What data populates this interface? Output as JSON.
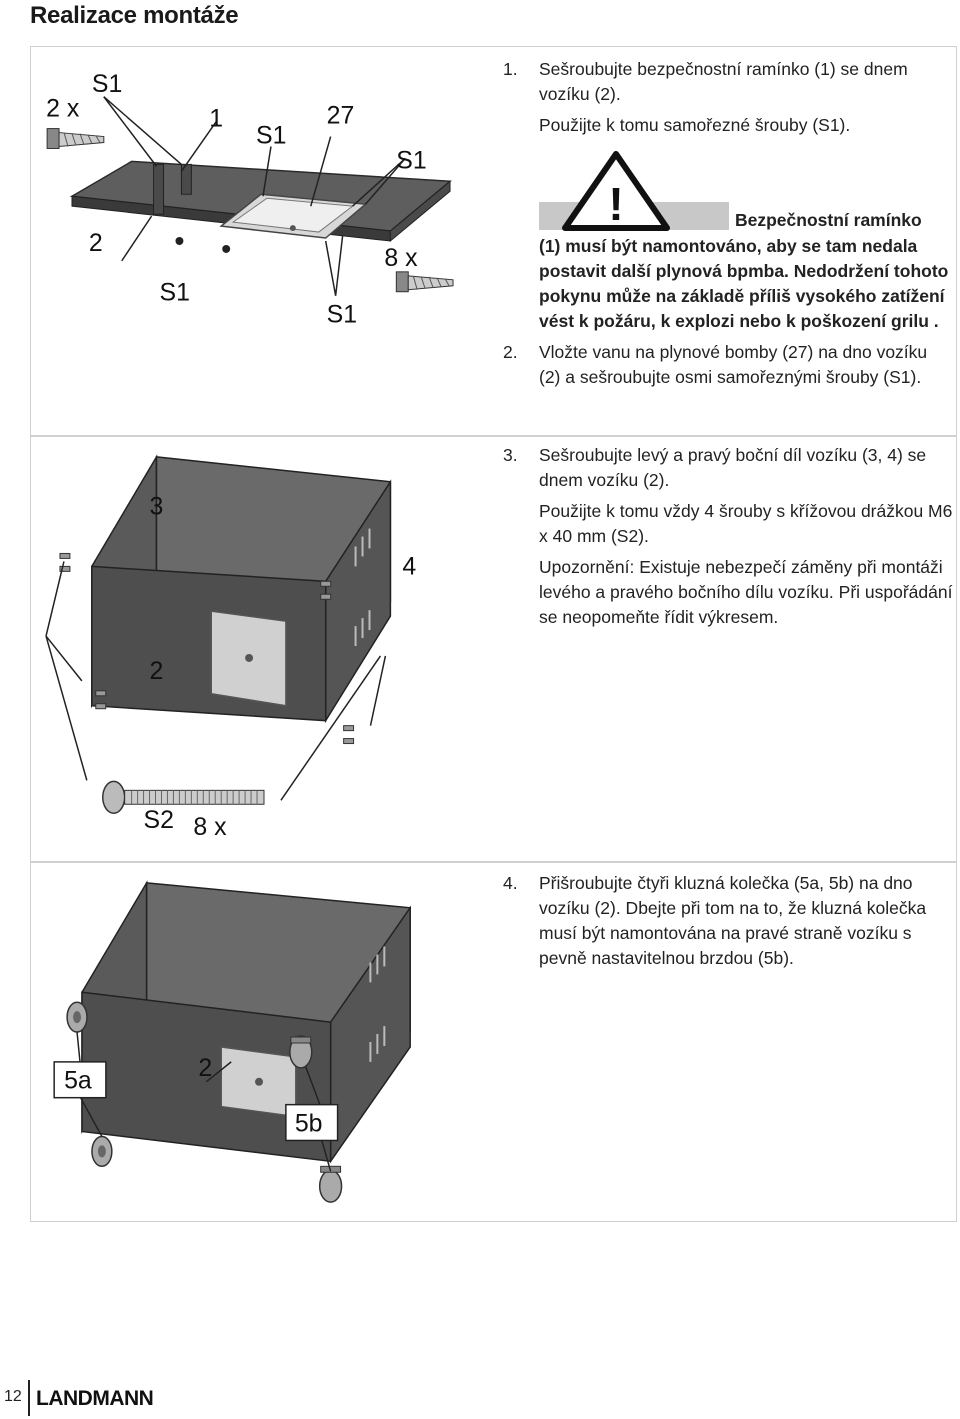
{
  "page": {
    "title": "Realizace montáže",
    "page_number": "12",
    "brand": "LANDMANN"
  },
  "section1": {
    "labels": {
      "screw_count": "2 x",
      "s1_a": "S1",
      "part1": "1",
      "s1_b": "S1",
      "part27": "27",
      "s1_c": "S1",
      "part2": "2",
      "s1_d": "S1",
      "screw_count_8": "8 x",
      "s1_e": "S1"
    },
    "step1": {
      "number": "1.",
      "line1": "Sešroubujte bezpečnostní ramínko (1) se dnem vozíku (2).",
      "line2": "Použijte k tomu samořezné šrouby (S1)."
    },
    "warning": {
      "symbol": "!",
      "title": "Bezpečnostní ramínko",
      "text": "(1) musí být namontováno, aby se tam nedala postavit další plynová bpmba. Nedodržení tohoto pokynu může na základě příliš vysokého zatížení vést k požáru, k explozi nebo k poškození grilu ."
    },
    "step2": {
      "number": "2.",
      "text": "Vložte vanu na plynové bomby (27) na dno vozíku (2) a sešroubujte osmi samořeznými šrouby (S1)."
    }
  },
  "section2": {
    "labels": {
      "part3": "3",
      "part4": "4",
      "part2": "2",
      "s2": "S2",
      "screw_count": "8 x"
    },
    "step3": {
      "number": "3.",
      "line1": "Sešroubujte levý a pravý boční díl vozíku (3, 4) se dnem vozíku (2).",
      "line2": "Použijte k tomu vždy 4 šrouby s křížovou drážkou M6 x 40 mm (S2).",
      "line3": "Upozornění: Existuje nebezpečí záměny při montáži levého a pravého bočního dílu vozíku. Při uspořádání se neopomeňte řídit výkresem."
    }
  },
  "section3": {
    "labels": {
      "part5a": "5a",
      "part2": "2",
      "part5b": "5b"
    },
    "step4": {
      "number": "4.",
      "text": "Přišroubujte čtyři kluzná kolečka (5a, 5b) na dno vozíku (2). Dbejte při tom na to, že kluzná kolečka musí být namontována na pravé straně vozíku s pevně nastavitelnou brzdou (5b)."
    }
  }
}
